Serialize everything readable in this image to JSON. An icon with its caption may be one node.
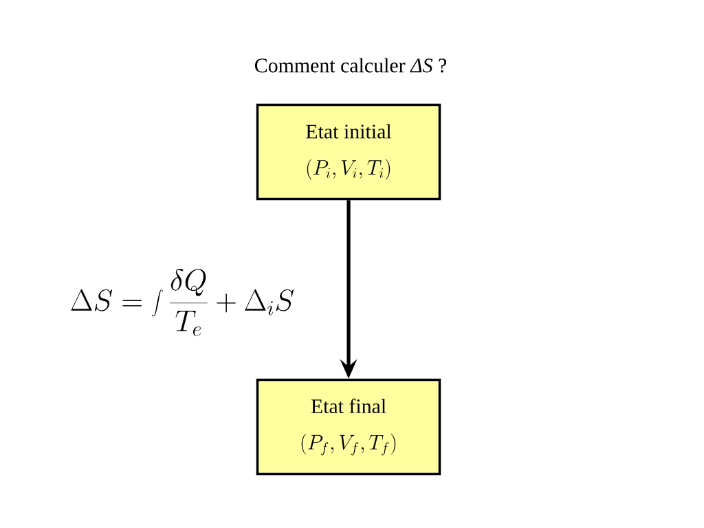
{
  "diagram": {
    "title": "Comment calculer *ΔS* ?",
    "nodes": [
      {
        "text": [
          "Etat initial",
          "(P_i, V_i, T_i)"
        ]
      },
      {
        "text": [
          "Etat final",
          "(P_f, V_f, T_f)"
        ]
      }
    ],
    "edges": [
      {
        "from": 0,
        "to": 1,
        "arrow": "to"
      }
    ],
    "labels": [
      "\\Delta S = \\int \\frac{\\delta Q}{T_e} + \\Delta_i S"
    ]
  }
}
